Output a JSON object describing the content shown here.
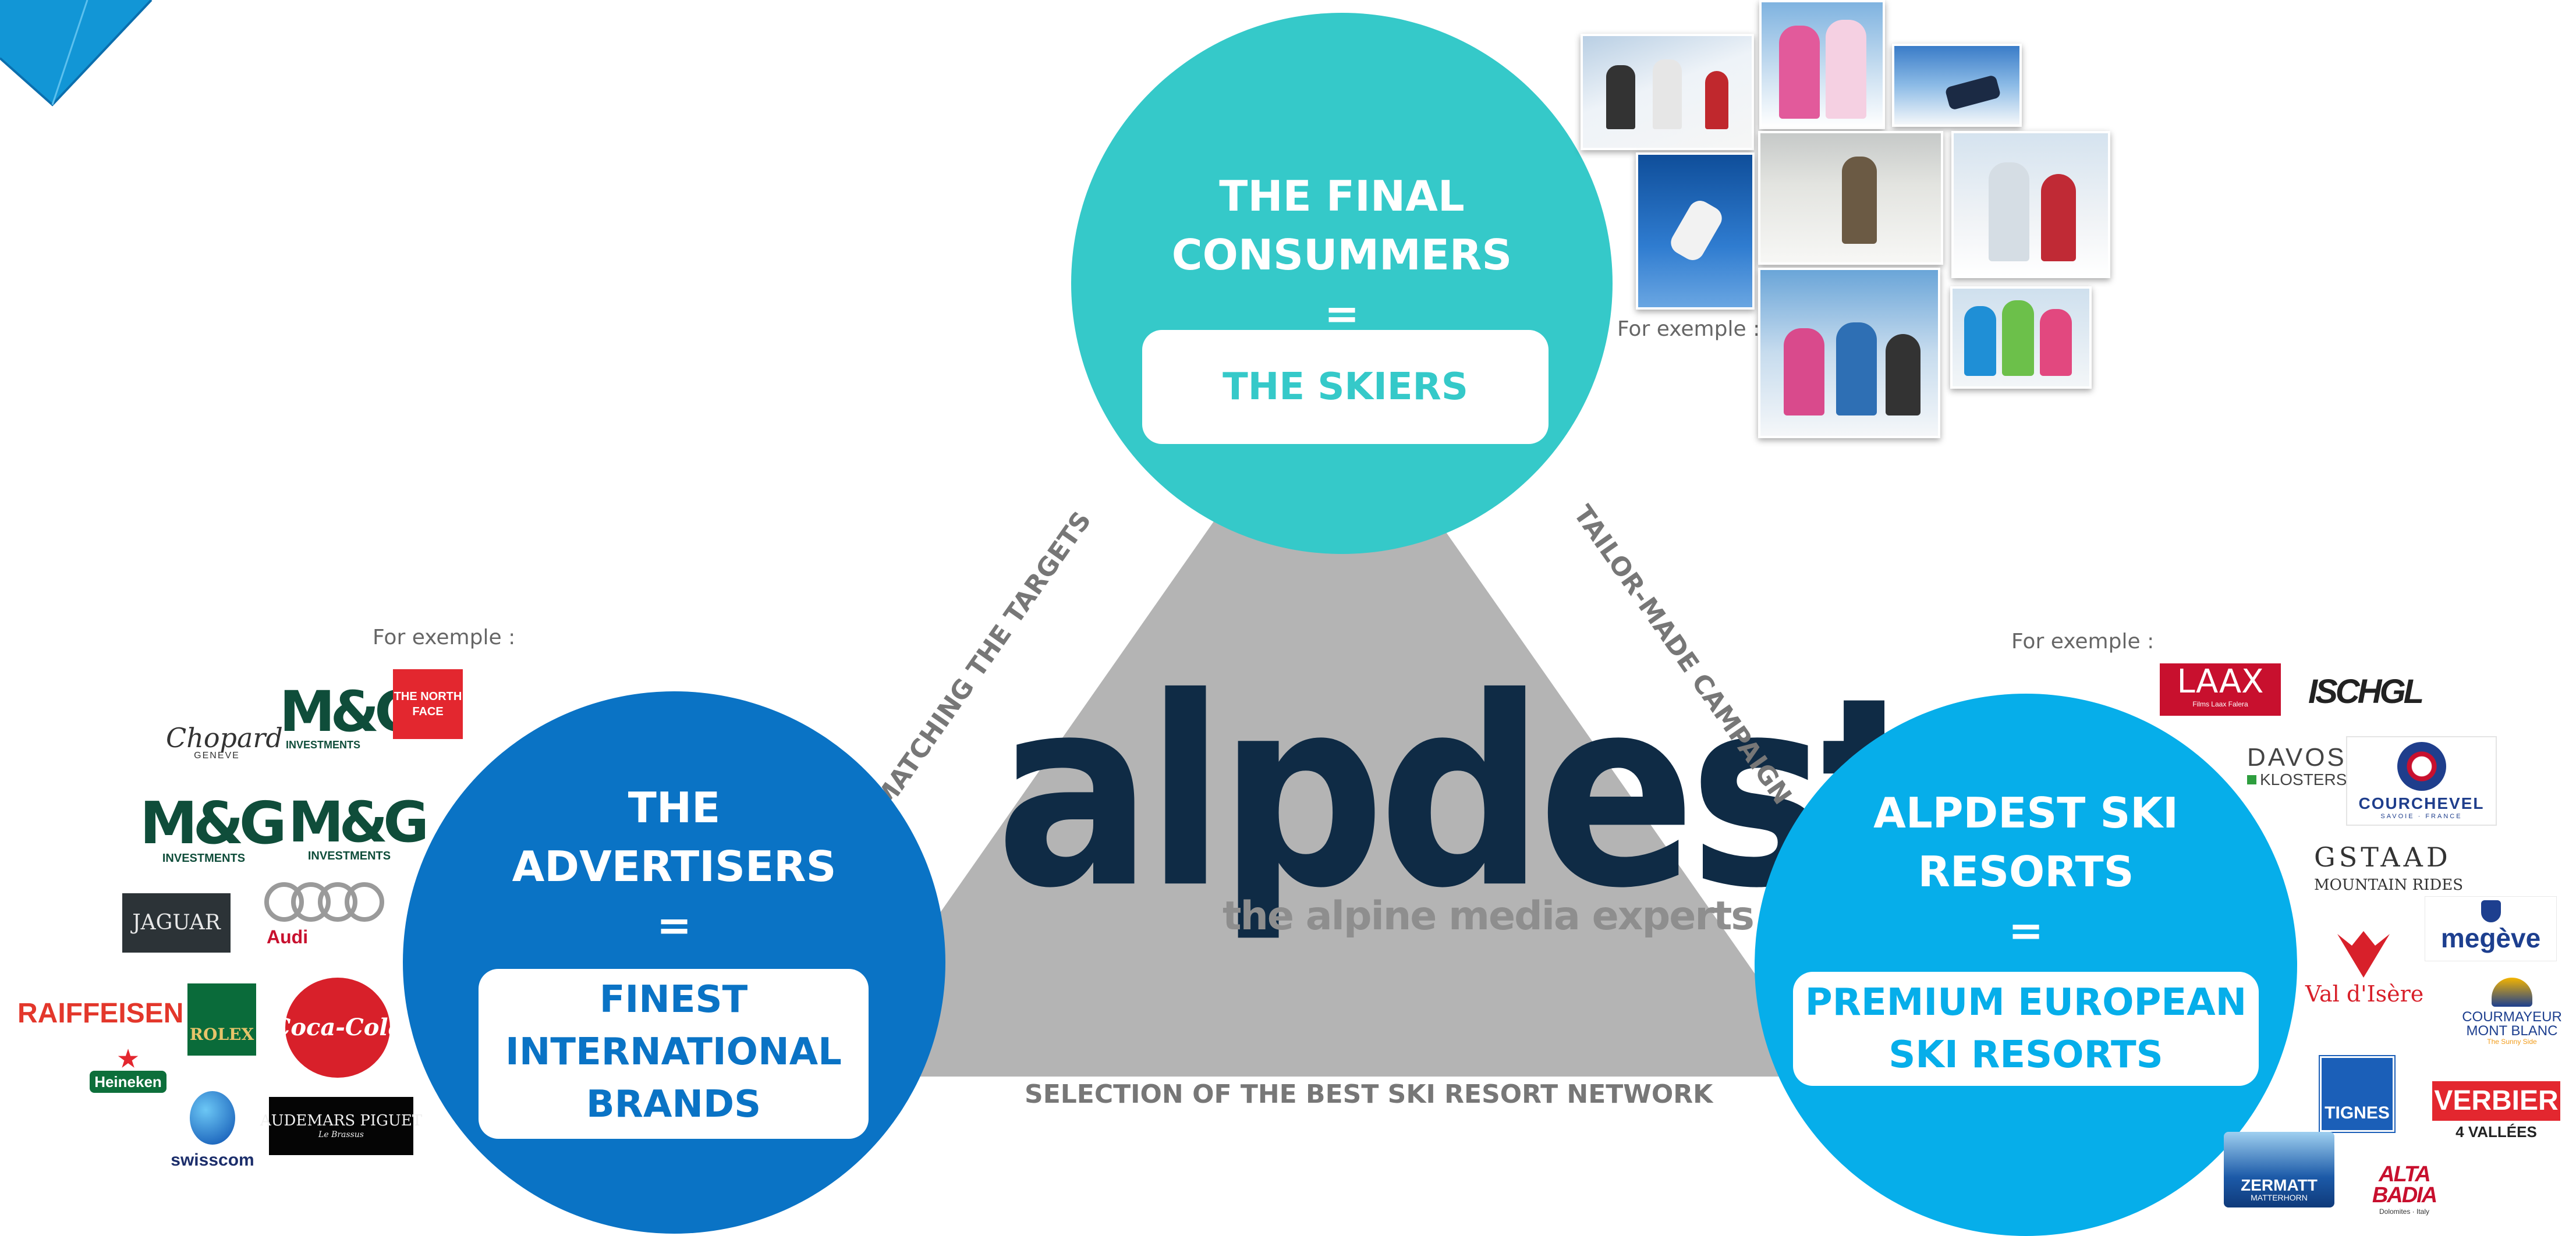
{
  "center_logo": {
    "name": "alpdest",
    "tagline": "the alpine media experts"
  },
  "nodes": {
    "consumers": {
      "title_line1": "THE FINAL",
      "title_line2": "CONSUMMERS",
      "equals": "=",
      "box": "THE SKIERS",
      "color": "#35c9c9"
    },
    "advertisers": {
      "title_line1": "THE",
      "title_line2": "ADVERTISERS",
      "equals": "=",
      "box_line1": "FINEST",
      "box_line2": "INTERNATIONAL",
      "box_line3": "BRANDS",
      "color": "#0a73c5"
    },
    "resorts": {
      "title_line1": "ALPDEST SKI",
      "title_line2": "RESORTS",
      "equals": "=",
      "box_line1": "PREMIUM EUROPEAN",
      "box_line2": "SKI RESORTS",
      "color": "#06aeea"
    }
  },
  "edges": {
    "left": "MATCHING THE TARGETS",
    "right": "TAILOR-MADE CAMPAIGN",
    "bottom": "SELECTION OF THE BEST SKI RESORT NETWORK"
  },
  "for_example": "For exemple :",
  "brand_logos": [
    "Chopard GENEVE",
    "M&G INVESTMENTS",
    "THE NORTH FACE",
    "M&G INVESTMENTS",
    "M&G INVESTMENTS",
    "JAGUAR",
    "Audi",
    "RAIFFEISEN",
    "ROLEX",
    "Coca-Cola",
    "Heineken",
    "swisscom",
    "AUDEMARS PIGUET Le Brassus"
  ],
  "brand_texts": {
    "chopard": "Chopard",
    "chopard_sub": "GENEVE",
    "mg": "M&G",
    "mg_sub": "INVESTMENTS",
    "northface": "THE NORTH FACE",
    "jaguar": "JAGUAR",
    "audi": "Audi",
    "raiffeisen": "RAIFFEISEN",
    "rolex": "ROLEX",
    "cocacola": "Coca-Cola",
    "heineken": "Heineken",
    "swisscom": "swisscom",
    "audemars": "AUDEMARS PIGUET",
    "audemars_sub": "Le Brassus"
  },
  "resort_texts": {
    "laax": "LAAX",
    "laax_sub": "Films Laax Falera",
    "ischgl": "ISCHGL",
    "davos": "DAVOS",
    "klosters": "KLOSTERS",
    "courchevel": "COURCHEVEL",
    "courchevel_sub": "SAVOIE · FRANCE",
    "gstaad": "GSTAAD",
    "gstaad_sub": "MOUNTAIN RIDES",
    "megeve": "megève",
    "valdisere": "Val d'Isère",
    "courmayeur": "COURMAYEUR",
    "courmayeur2": "MONT BLANC",
    "courmayeur_sub": "The Sunny Side",
    "tignes": "TIGNES",
    "verbier": "VERBIER",
    "verbier_sub": "4 VALLÉES",
    "zermatt": "ZERMATT",
    "zermatt_sub": "MATTERHORN",
    "altabadia": "ALTA BADIA",
    "altabadia_sub": "Dolomites · Italy"
  }
}
